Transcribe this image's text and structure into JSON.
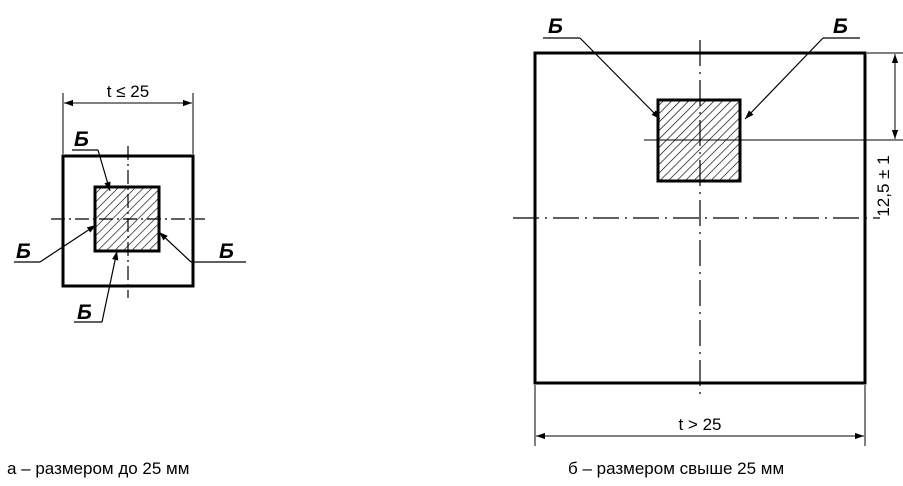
{
  "figure_a": {
    "dimension_label": "t ≤ 25",
    "marker_letter": "Б",
    "caption": "а – размером до 25 мм"
  },
  "figure_b": {
    "dimension_width_label": "t > 25",
    "dimension_offset_label": "12,5 ± 1",
    "marker_letter": "Б",
    "caption": "б – размером свыше 25 мм"
  }
}
